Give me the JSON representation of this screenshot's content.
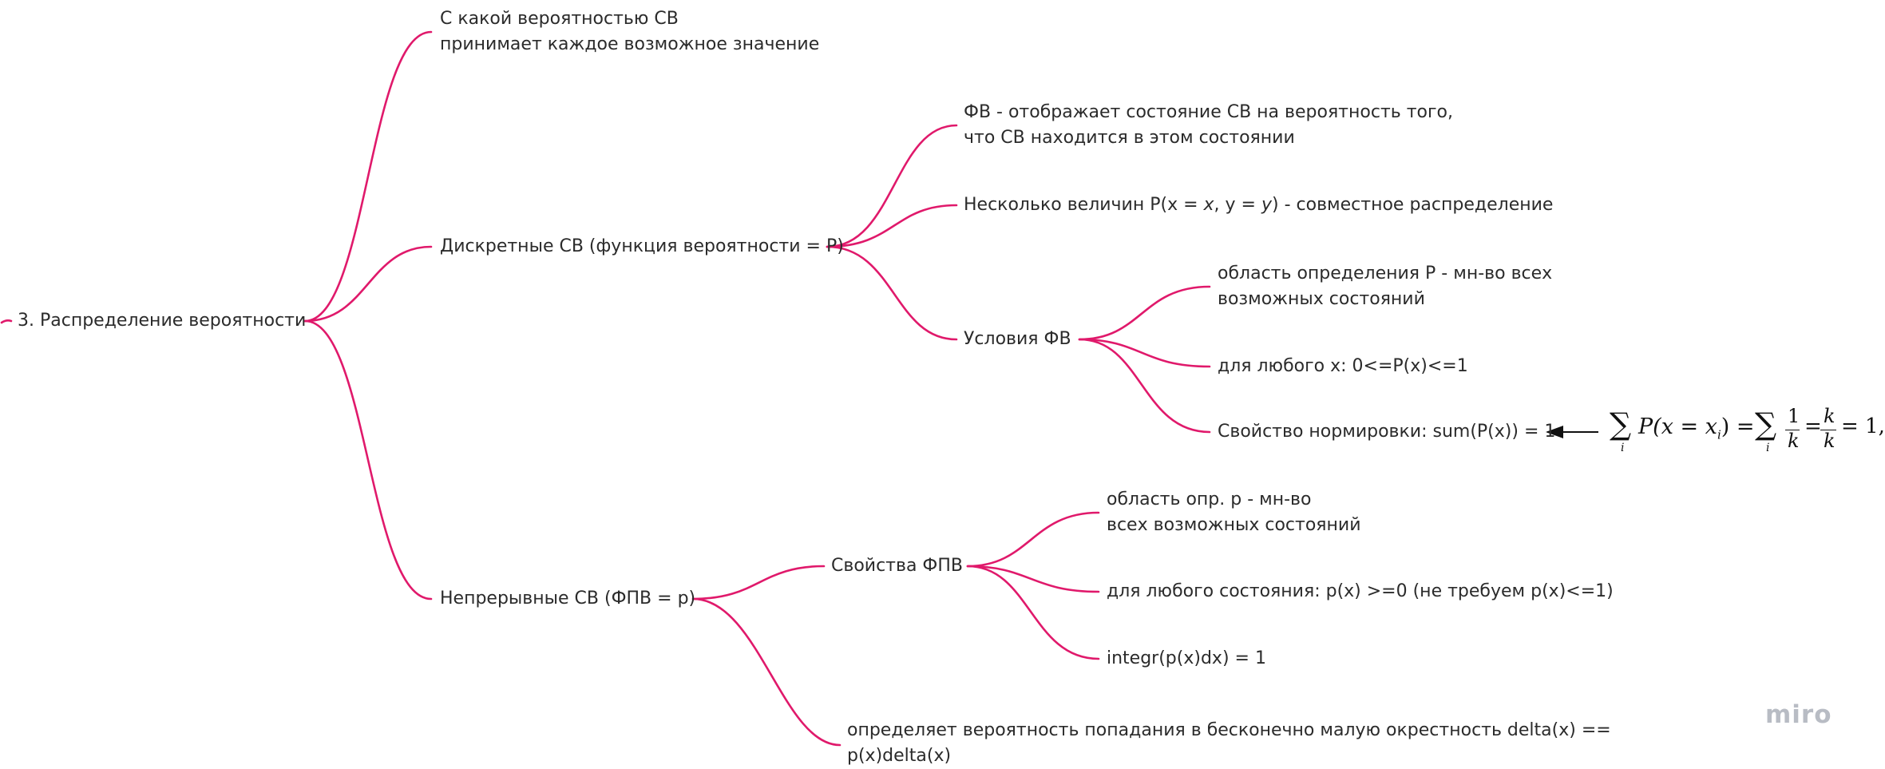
{
  "style": {
    "edge_color": "#e0196b",
    "text_color": "#2b2b2b",
    "logo_color": "#b8bcc4"
  },
  "nodes": {
    "root": "3. Распределение вероятности",
    "prob_line1": "С какой вероятностью СВ",
    "prob_line2": "принимает каждое возможное значение",
    "discrete": "Дискретные СВ (функция вероятности = P)",
    "fv_line1": "ФВ - отображает состояние СВ на вероятность того,",
    "fv_line2": "что СВ находится в этом состоянии",
    "joint_a": "Несколько величин P(x = ",
    "joint_b": "x",
    "joint_c": ", y = ",
    "joint_d": "y",
    "joint_e": ") - совместное распределение",
    "fv_conditions": "Условия ФВ",
    "domain_line1": "область определения P - мн-во всех",
    "domain_line2": "возможных состояний",
    "range": "для любого x: 0<=P(x)<=1",
    "norm": "Свойство нормировки: sum(P(x)) = 1",
    "continuous": "Непрерывные СВ (ФПВ = p)",
    "fpv_props": "Свойства ФПВ",
    "p_domain_line1": "область опр. p - мн-во",
    "p_domain_line2": "всех возможных состояний",
    "p_nonneg": "для любого состояния: p(x) >=0 (не требуем p(x)<=1)",
    "integral": "integr(p(x)dx) = 1",
    "meaning_line1": "определяет вероятность попадания в бесконечно малую окрестность delta(x) ==",
    "meaning_line2": "p(x)delta(x)"
  },
  "formula": {
    "sum": "∑",
    "sub_i": "i",
    "lhs": "P(x = x",
    "lhs_close": ") =",
    "one": "1",
    "k": "k",
    "eq": "=",
    "tail": "= 1,"
  },
  "logo": "miro",
  "icons": {
    "arrow": "arrow-left-icon"
  }
}
